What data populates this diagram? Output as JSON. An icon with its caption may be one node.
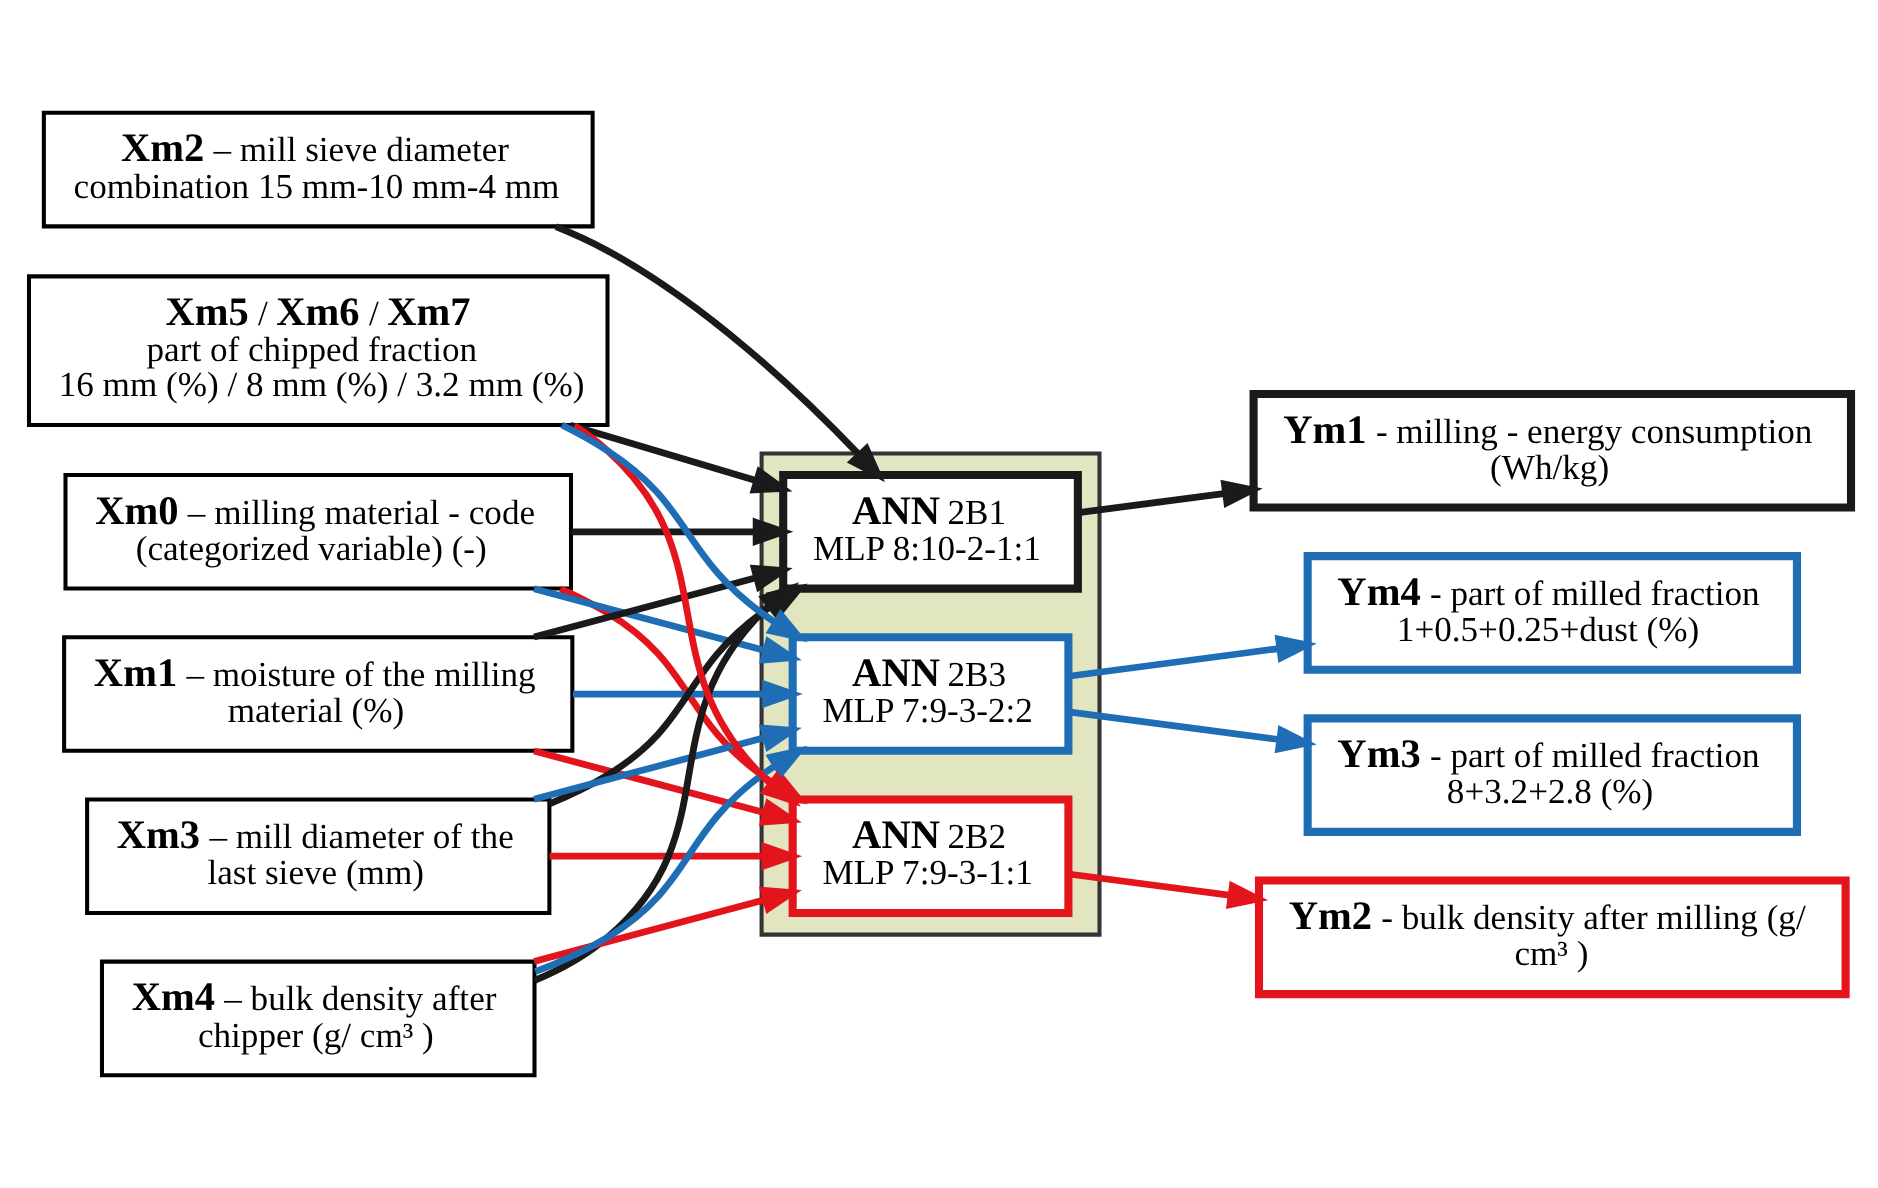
{
  "diagram": {
    "nodes": [
      {
        "text": [
          "**Xm0** – milling material - code (categorized variable) (-)"
        ]
      },
      {
        "text": [
          "**Xm1** – moisture of the milling material (%)"
        ]
      },
      {
        "text": [
          "**Xm2** – mill sieve diameter combination 15 mm-10 mm-4 mm"
        ]
      },
      {
        "text": [
          "**Xm3** – mill diameter of the last sieve (mm)"
        ]
      },
      {
        "text": [
          "**Xm4** – bulk density after chipper (g/ cm³ )"
        ]
      },
      {
        "text": [
          "**Xm5** / **Xm6** / **Xm7**",
          "part of chipped fraction",
          "16 mm (%) / 8 mm (%) / 3.2 mm (%)"
        ]
      },
      {
        "text": [],
        "shape": "box"
      },
      {
        "text": [
          "**ANN** 2B1",
          "MLP 8:10-2-1:1"
        ],
        "in": 6
      },
      {
        "text": [
          "**ANN** 2B2",
          "MLP 7:9-3-1:1"
        ],
        "in": 6
      },
      {
        "text": [
          "**ANN** 2B3",
          "MLP 7:9-3-2:2"
        ],
        "in": 6
      },
      {
        "text": [
          "**Ym1** - milling - energy consumption (Wh/kg)"
        ]
      },
      {
        "text": [
          "**Ym2** - bulk density after milling (g/ cm³ )"
        ]
      },
      {
        "text": [
          "**Ym3** - part of milled fraction 8+3.2+2.8 (%)"
        ]
      },
      {
        "text": [
          "**Ym4** - part of milled fraction 1+0.5+0.25+dust (%)"
        ]
      }
    ],
    "edges": [
      {
        "from": 0,
        "to": 7,
        "arrow": "to"
      },
      {
        "from": 1,
        "to": 7,
        "arrow": "to"
      },
      {
        "from": 2,
        "to": 7,
        "arrow": "to"
      },
      {
        "from": 3,
        "to": 7,
        "arrow": "to"
      },
      {
        "from": 4,
        "to": 7,
        "arrow": "to"
      },
      {
        "from": 5,
        "to": 7,
        "arrow": "to"
      },
      {
        "from": 0,
        "to": 8,
        "arrow": "to",
        "color": "#e3141b"
      },
      {
        "from": 1,
        "to": 8,
        "arrow": "to",
        "color": "#e3141b"
      },
      {
        "from": 3,
        "to": 8,
        "arrow": "to",
        "color": "#e3141b"
      },
      {
        "from": 4,
        "to": 8,
        "arrow": "to",
        "color": "#e3141b"
      },
      {
        "from": 5,
        "to": 8,
        "arrow": "to",
        "color": "#e3141b"
      },
      {
        "from": 0,
        "to": 9,
        "arrow": "to",
        "color": "#1f6db5"
      },
      {
        "from": 1,
        "to": 9,
        "arrow": "to",
        "color": "#1f6db5"
      },
      {
        "from": 3,
        "to": 9,
        "arrow": "to",
        "color": "#1f6db5"
      },
      {
        "from": 4,
        "to": 9,
        "arrow": "to",
        "color": "#1f6db5"
      },
      {
        "from": 5,
        "to": 9,
        "arrow": "to",
        "color": "#1f6db5"
      },
      {
        "from": 7,
        "to": 10,
        "arrow": "to"
      },
      {
        "from": 8,
        "to": 11,
        "arrow": "to",
        "color": "#e3141b"
      },
      {
        "from": 9,
        "to": 12,
        "arrow": "to",
        "color": "#1f6db5"
      },
      {
        "from": 9,
        "to": 13,
        "arrow": "to",
        "color": "#1f6db5"
      }
    ]
  }
}
